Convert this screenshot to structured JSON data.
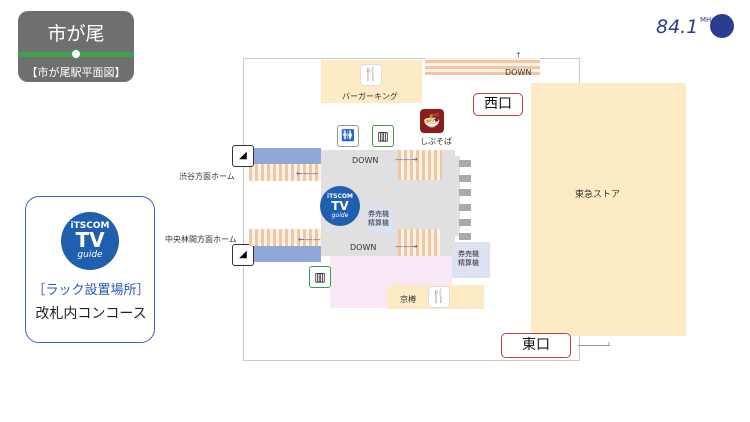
{
  "station": {
    "name": "市が尾",
    "subtitle": "【市が尾駅平面図】"
  },
  "radio_logo": {
    "frequency": "84.1",
    "unit": "MHz"
  },
  "rack_info": {
    "logo_top": "iTSCOM",
    "logo_main": "TV",
    "logo_bottom": "guide",
    "label": "［ラック設置場所］",
    "location": "改札内コンコース"
  },
  "map": {
    "labels": {
      "burger_king": "バーガーキング",
      "shibusoba": "しぶそば",
      "tokyu_store": "東急ストア",
      "shibuya_platform": "渋谷方面ホーム",
      "chuo_platform": "中央林間方面ホーム",
      "ticket_machine_1": "券売機\n精算機",
      "ticket_machine_2": "券売機\n精算機",
      "kyomune": "京樽",
      "down_top": "DOWN",
      "down_middle": "DOWN",
      "down_lower": "DOWN"
    },
    "exits": {
      "west": "西口",
      "east": "東口"
    },
    "colors": {
      "concourse": "#e0e0e0",
      "shops": "#fcebc5",
      "platform": "#8fa8d8",
      "exit_border": "#c03b3b"
    },
    "icons": {
      "restroom": "restroom-icon",
      "elevator": "elevator-icon",
      "escalator": "escalator-icon",
      "food": "cutlery-icon",
      "noodle": "noodle-bowl-icon"
    }
  }
}
